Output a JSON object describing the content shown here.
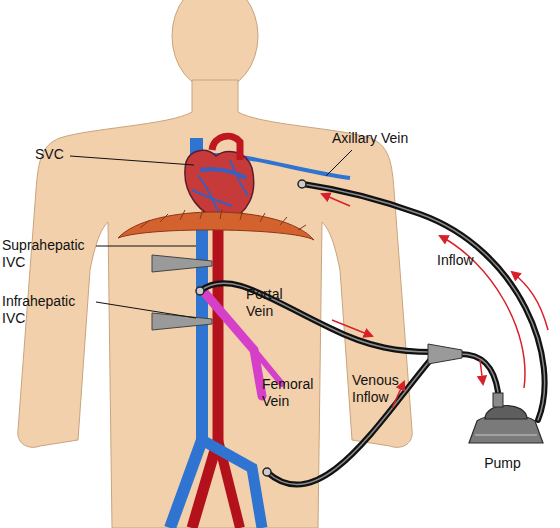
{
  "diagram": {
    "nodes": [
      {
        "text": [
          "Pump"
        ]
      }
    ],
    "labels": [
      "SVC",
      "Axillary Vein",
      "Inflow",
      "Suprahepatic IVC",
      "Portal Vein",
      "Infrahepatic IVC",
      "Venous Inflow",
      "Femoral Vein"
    ]
  }
}
